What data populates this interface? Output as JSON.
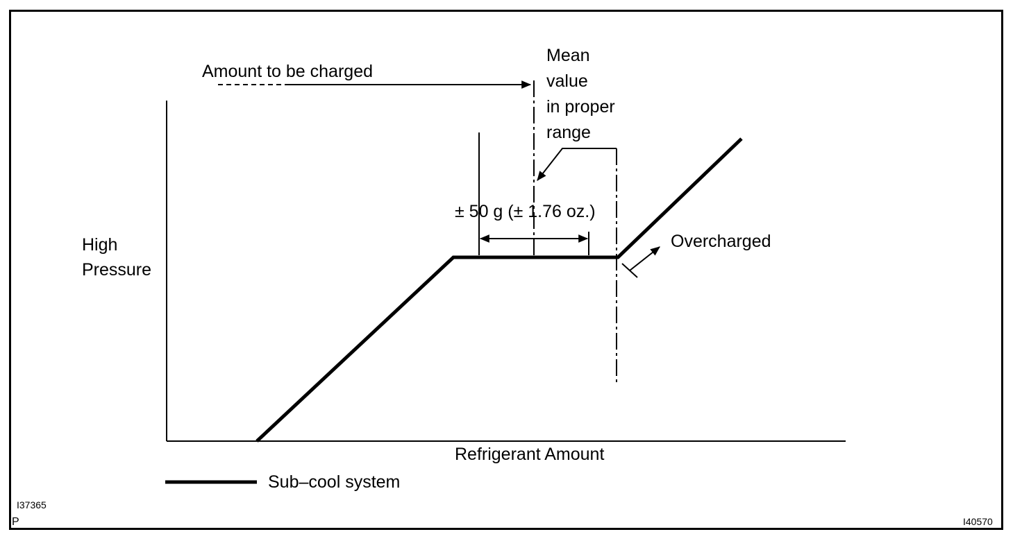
{
  "diagram": {
    "labels": {
      "amount_to_be_charged": "Amount to be charged",
      "mean_value_lines": [
        "Mean",
        "value",
        "in proper",
        "range"
      ],
      "tolerance": "± 50 g (± 1.76 oz.)",
      "overcharged": "Overcharged",
      "y_axis_lines": [
        "High",
        "Pressure"
      ],
      "x_axis": "Refrigerant Amount"
    },
    "legend": {
      "sub_cool_system": "Sub–cool system"
    },
    "ids": {
      "figure_top": "I37365",
      "figure_corner": "P",
      "figure_bottom_right": "I40570"
    }
  }
}
